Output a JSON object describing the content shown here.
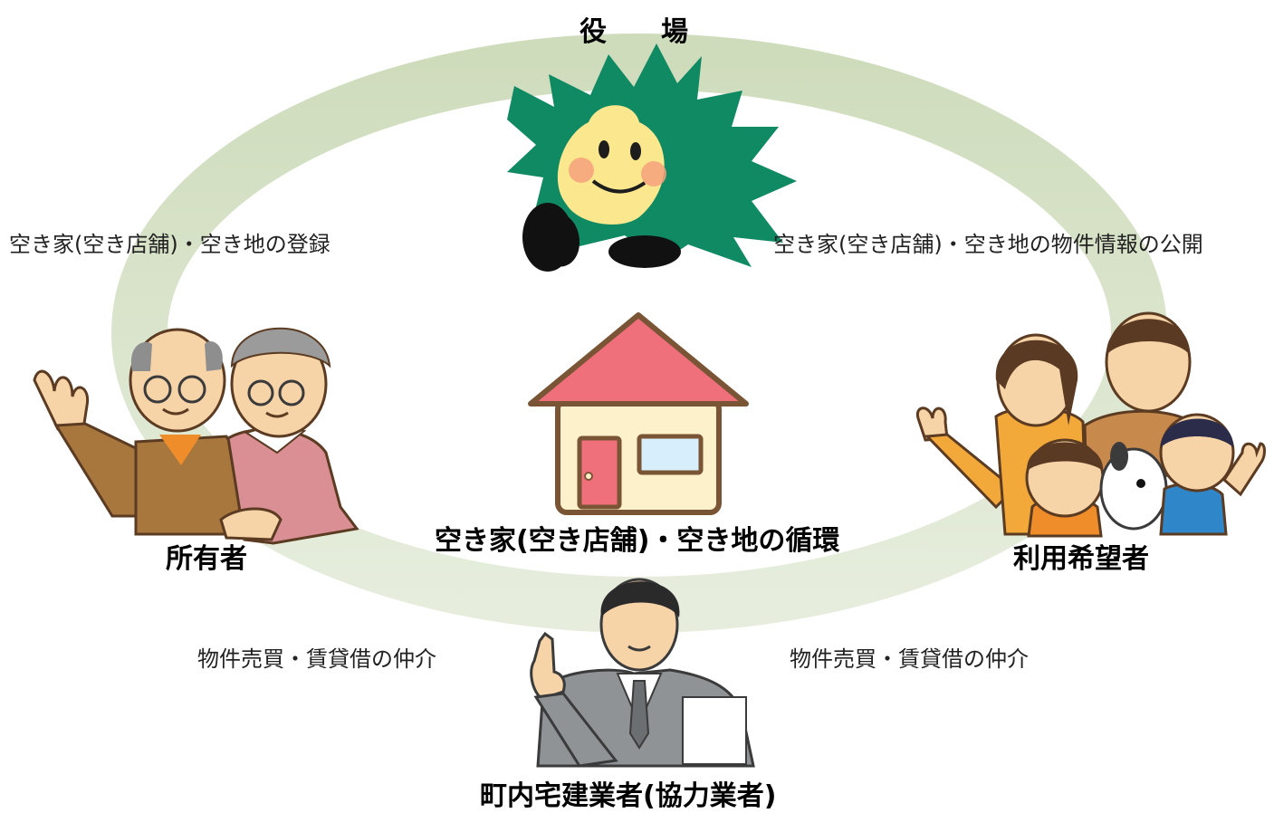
{
  "nodes": {
    "town_office": "役　　場",
    "owner": "所有者",
    "prospective_user": "利用希望者",
    "realtor": "町内宅建業者(協力業者)",
    "center": "空き家(空き店舗)・空き地の循環"
  },
  "flows": {
    "registration": "空き家(空き店舗)・空き地の登録",
    "publication": "空き家(空き店舗)・空き地の物件情報の公開",
    "brokerage_left": "物件売買・賃貸借の仲介",
    "brokerage_right": "物件売買・賃貸借の仲介"
  },
  "colors": {
    "ring": "#d6e3c8",
    "mascot_green": "#0f8a63",
    "mascot_face": "#fbe88e",
    "roof": "#ef6f7b",
    "house_wall": "#fdf1cc",
    "house_outline": "#7a5535",
    "window": "#d7eefc"
  },
  "icons": {
    "mascot": "town-mascot-icon",
    "house": "house-icon",
    "elderly_couple": "elderly-couple-icon",
    "family": "family-icon",
    "realtor": "businessman-icon"
  }
}
